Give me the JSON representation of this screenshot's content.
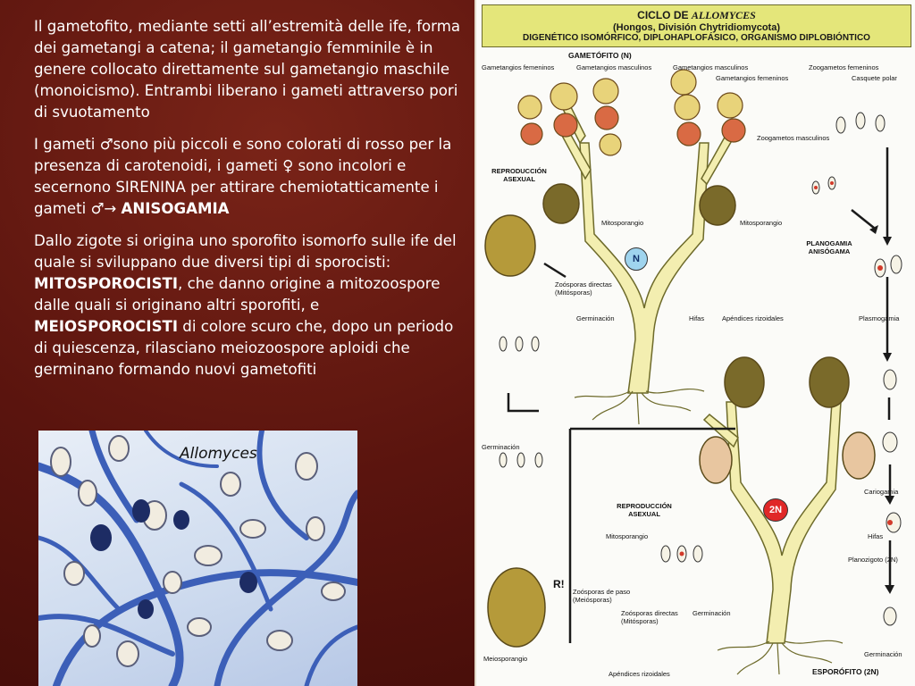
{
  "text": {
    "p1": "Il gametofito, mediante setti all’estremità delle ife, forma dei gametangi a catena; il gametangio femminile è in genere collocato direttamente sul gametangio maschile (monoicismo). Entrambi liberano i gameti attraverso pori di svuotamento",
    "p2_a": "I gameti ♂sono più piccoli e sono colorati di rosso per la presenza di carotenoidi, i gameti ♀ sono incolori e secernono SIRENINA per attirare chemiotatticamente i gameti ♂",
    "p2_arrow": "→ ",
    "p2_bold": "ANISOGAMIA",
    "p3_a": "Dallo zigote si origina uno sporofito isomorfo sulle ife del quale si sviluppano due diversi tipi di sporocisti: ",
    "p3_bold1": "MITOSPOROCISTI",
    "p3_b": ", che danno origine a mitozoospore dalle quali si originano altri sporofiti, e ",
    "p3_bold2": "MEIOSPOROCISTI",
    "p3_c": " di colore scuro che, dopo un periodo di quiescenza, rilasciano meiozoospore aploidi che germinano formando nuovi gametofiti"
  },
  "photo": {
    "caption": "Allomyces"
  },
  "diagram": {
    "header": {
      "line1_prefix": "CICLO DE ",
      "line1_name": "ALLOMYCES",
      "line2": "(Hongos, División Chytridiomycota)",
      "line3": "DIGENÉTICO ISOMÓRFICO, DIPLOHAPLOFÁSICO, ORGANISMO DIPLOBIÓNTICO"
    },
    "labels": {
      "gametofito": "GAMETÓFITO (N)",
      "gam_fem": "Gametangios femeninos",
      "gam_masc_1": "Gametangios masculinos",
      "gam_masc_2": "Gametangios masculinos",
      "gam_fem_2": "Gametangios femeninos",
      "zoog_fem": "Zoogametos femeninos",
      "casquete": "Casquete polar",
      "zoog_masc": "Zoogametos masculinos",
      "repro_asex_1": "REPRODUCCIÓN ASEXUAL",
      "mitosporangio_1": "Mitosporangio",
      "mitosporangio_2": "Mitosporangio",
      "planogamia": "PLANOGAMIA ANISÓGAMA",
      "zoosporas_dir_1": "Zoósporas directas (Mitósporas)",
      "germinacion_1": "Germinación",
      "hifas_1": "Hifas",
      "apendices_1": "Apéndices rizoidales",
      "plasmogamia": "Plasmogamia",
      "germinacion_2": "Germinación",
      "cariogamia": "Cariogamia",
      "repro_asex_2": "REPRODUCCIÓN ASEXUAL",
      "mitosporangio_3": "Mitosporangio",
      "hifas_2": "Hifas",
      "planozigoto": "Planozigoto (2N)",
      "r_mark": "R!",
      "zoosporas_paso": "Zoósporas de paso (Meiósporas)",
      "zoosporas_dir_2": "Zoósporas directas (Mitósporas)",
      "germinacion_3": "Germinación",
      "meiosporangio": "Meiosporangio",
      "germinacion_4": "Germinación",
      "apendices_2": "Apéndices rizoidales",
      "esporofito": "ESPORÓFITO (2N)",
      "n_badge": "N",
      "dn_badge": "2N"
    }
  }
}
